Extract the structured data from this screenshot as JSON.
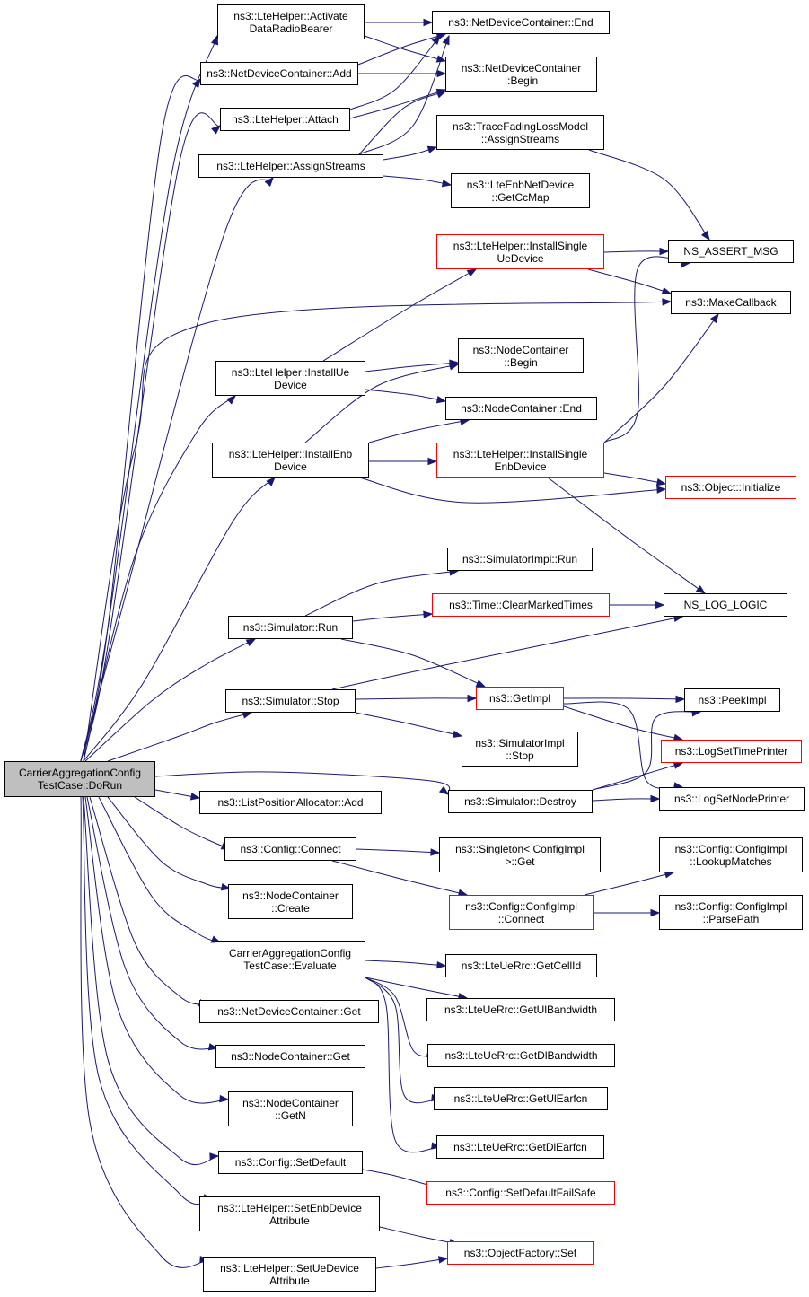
{
  "colors": {
    "edge": "#191970",
    "box_border": "#000000",
    "box_border_truncated": "#ff0000",
    "root_fill": "#bfbfbf"
  },
  "nodes": {
    "root": [
      "CarrierAggregationConfig",
      "TestCase::DoRun"
    ],
    "activate": [
      "ns3::LteHelper::Activate",
      "DataRadioBearer"
    ],
    "ndc_add": [
      "ns3::NetDeviceContainer::Add"
    ],
    "attach": [
      "ns3::LteHelper::Attach"
    ],
    "assign": [
      "ns3::LteHelper::AssignStreams"
    ],
    "ndc_end": [
      "ns3::NetDeviceContainer::End"
    ],
    "ndc_begin": [
      "ns3::NetDeviceContainer",
      "::Begin"
    ],
    "trace_fading": [
      "ns3::TraceFadingLossModel",
      "::AssignStreams"
    ],
    "enb_ccmap": [
      "ns3::LteEnbNetDevice",
      "::GetCcMap"
    ],
    "install_single_ue": [
      "ns3::LteHelper::InstallSingle",
      "UeDevice"
    ],
    "ns_assert": [
      "NS_ASSERT_MSG"
    ],
    "make_callback": [
      "ns3::MakeCallback"
    ],
    "install_ue": [
      "ns3::LteHelper::InstallUe",
      "Device"
    ],
    "nc_begin": [
      "ns3::NodeContainer",
      "::Begin"
    ],
    "nc_end": [
      "ns3::NodeContainer::End"
    ],
    "install_enb": [
      "ns3::LteHelper::InstallEnb",
      "Device"
    ],
    "install_single_enb": [
      "ns3::LteHelper::InstallSingle",
      "EnbDevice"
    ],
    "obj_init": [
      "ns3::Object::Initialize"
    ],
    "simimpl_run": [
      "ns3::SimulatorImpl::Run"
    ],
    "sim_run": [
      "ns3::Simulator::Run"
    ],
    "time_clear": [
      "ns3::Time::ClearMarkedTimes"
    ],
    "ns_log_logic": [
      "NS_LOG_LOGIC"
    ],
    "sim_stop": [
      "ns3::Simulator::Stop"
    ],
    "get_impl": [
      "ns3::GetImpl"
    ],
    "peek_impl": [
      "ns3::PeekImpl"
    ],
    "simimpl_stop": [
      "ns3::SimulatorImpl",
      "::Stop"
    ],
    "log_time": [
      "ns3::LogSetTimePrinter"
    ],
    "list_pos": [
      "ns3::ListPositionAllocator::Add"
    ],
    "sim_destroy": [
      "ns3::Simulator::Destroy"
    ],
    "log_node": [
      "ns3::LogSetNodePrinter"
    ],
    "config_connect": [
      "ns3::Config::Connect"
    ],
    "singleton": [
      "ns3::Singleton< ConfigImpl",
      ">::Get"
    ],
    "lookup": [
      "ns3::Config::ConfigImpl",
      "::LookupMatches"
    ],
    "nc_create": [
      "ns3::NodeContainer",
      "::Create"
    ],
    "cimpl_connect": [
      "ns3::Config::ConfigImpl",
      "::Connect"
    ],
    "parse_path": [
      "ns3::Config::ConfigImpl",
      "::ParsePath"
    ],
    "evaluate": [
      "CarrierAggregationConfig",
      "TestCase::Evaluate"
    ],
    "cellid": [
      "ns3::LteUeRrc::GetCellId"
    ],
    "ul_bw": [
      "ns3::LteUeRrc::GetUlBandwidth"
    ],
    "ndc_get": [
      "ns3::NetDeviceContainer::Get"
    ],
    "dl_bw": [
      "ns3::LteUeRrc::GetDlBandwidth"
    ],
    "nc_get": [
      "ns3::NodeContainer::Get"
    ],
    "ul_earfcn": [
      "ns3::LteUeRrc::GetUlEarfcn"
    ],
    "nc_getn": [
      "ns3::NodeContainer",
      "::GetN"
    ],
    "dl_earfcn": [
      "ns3::LteUeRrc::GetDlEarfcn"
    ],
    "set_default": [
      "ns3::Config::SetDefault"
    ],
    "set_default_fs": [
      "ns3::Config::SetDefaultFailSafe"
    ],
    "set_enb_attr": [
      "ns3::LteHelper::SetEnbDevice",
      "Attribute"
    ],
    "obj_factory_set": [
      "ns3::ObjectFactory::Set"
    ],
    "set_ue_attr": [
      "ns3::LteHelper::SetUeDevice",
      "Attribute"
    ]
  }
}
